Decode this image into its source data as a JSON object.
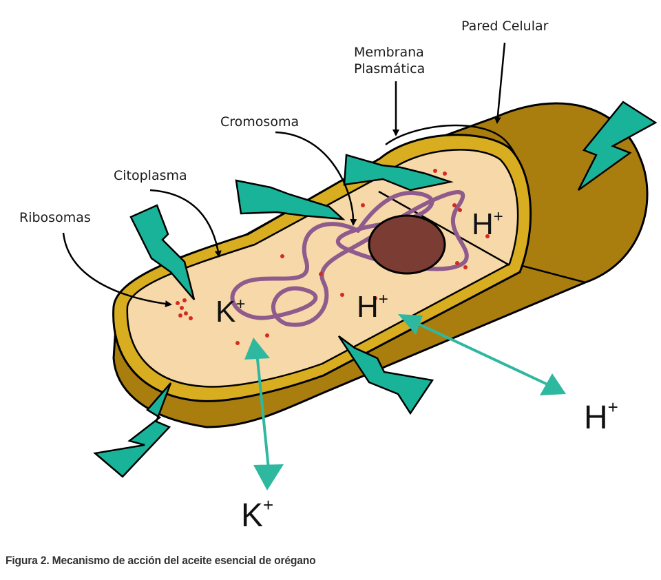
{
  "labels": {
    "pared_celular": "Pared Celular",
    "membrana_line1": "Membrana",
    "membrana_line2": "Plasmática",
    "cromosoma": "Cromosoma",
    "citoplasma": "Citoplasma",
    "ribosomas": "Ribosomas"
  },
  "ions": {
    "h_base": "H",
    "k_base": "K",
    "plus": "+"
  },
  "caption": "Figura 2. Mecanismo de acción del aceite esencial de orégano",
  "colors": {
    "cell_wall": "#A97E0F",
    "membrane": "#D8AE20",
    "cytoplasm": "#F6D8A9",
    "chromosome": "#8E5B8C",
    "nucleoid": "#7A3C33",
    "ribosome": "#D42B1E",
    "bolt": "#19B39A",
    "ion_arrow": "#2FB8A0"
  },
  "icons": [
    "lightning-bolt-icon",
    "arrow-icon"
  ]
}
